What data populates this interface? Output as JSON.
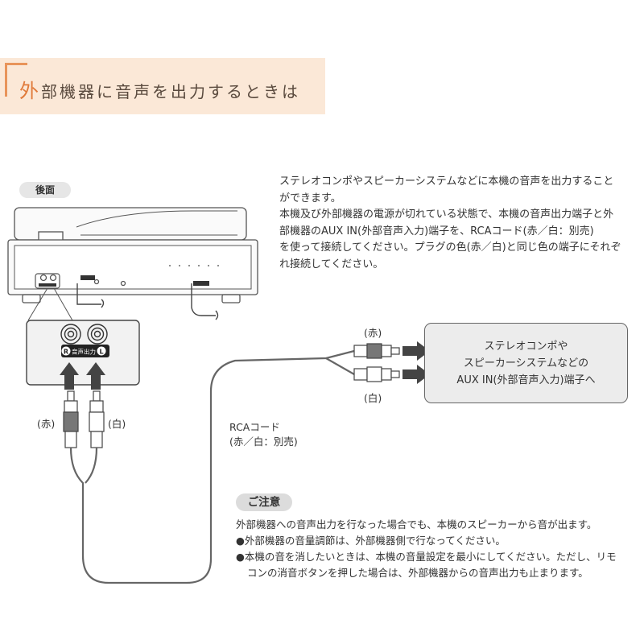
{
  "header": {
    "title_first": "外",
    "title_rest": "部機器に音声を出力するときは",
    "accent_color": "#e07a3a",
    "background_color": "#fbe8d7"
  },
  "rear_label": "後面",
  "description": [
    "ステレオコンポやスピーカーシステムなどに本機の音声を出力すること",
    "ができます。",
    "本機及び外部機器の電源が切れている状態で、本機の音声出力端子と外",
    "部機器のAUX IN(外部音声入力)端子を、RCAコード(赤／白：別売)",
    "を使って接続してください。プラグの色(赤／白)と同じ色の端子にそれぞ",
    "れ接続してください。"
  ],
  "panel_label": "音声出力",
  "channel_r": "R",
  "channel_l": "L",
  "plug_red_left": "(赤)",
  "plug_white_left": "(白)",
  "plug_red_right": "(赤)",
  "plug_white_right": "(白)",
  "cable": {
    "line1": "RCAコード",
    "line2": "(赤／白：別売)"
  },
  "destination": [
    "ステレオコンポや",
    "スピーカーシステムなどの",
    "AUX IN(外部音声入力)端子へ"
  ],
  "caution": {
    "title": "ご注意",
    "lines": [
      "外部機器への音声出力を行なった場合でも、本機のスピーカーから音が出ます。",
      "●外部機器の音量調節は、外部機器側で行なってください。",
      "●本機の音を消したいときは、本機の音量設定を最小にしてください。ただし、リモ",
      "コンの消音ボタンを押した場合は、外部機器からの音声出力も止まります。"
    ]
  }
}
